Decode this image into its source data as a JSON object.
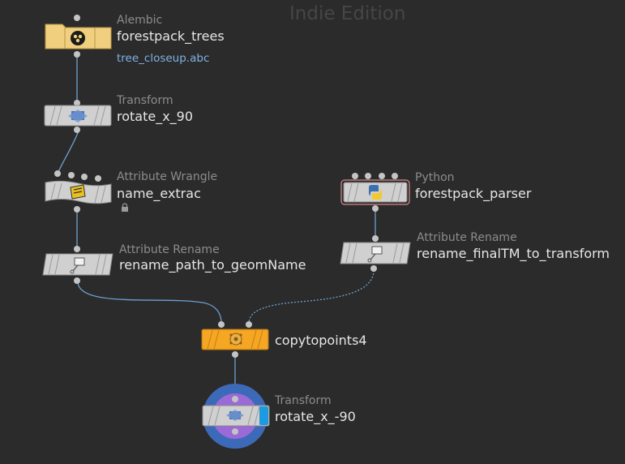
{
  "watermark": "Indie Edition",
  "nodes": {
    "alembic": {
      "type": "Alembic",
      "name": "forestpack_trees",
      "file": "tree_closeup.abc"
    },
    "transform1": {
      "type": "Transform",
      "name": "rotate_x_90"
    },
    "wrangle": {
      "type": "Attribute Wrangle",
      "name": "name_extrac"
    },
    "python": {
      "type": "Python",
      "name": "forestpack_parser"
    },
    "rename1": {
      "type": "Attribute Rename",
      "name": "rename_path_to_geomName"
    },
    "rename2": {
      "type": "Attribute Rename",
      "name": "rename_finalTM_to_transform"
    },
    "copy": {
      "name": "copytopoints4"
    },
    "transform2": {
      "type": "Transform",
      "name": "rotate_x_-90"
    }
  },
  "colors": {
    "background": "#2b2b2b",
    "alembic_node": "#f0cf7e",
    "default_node": "#d0d0d0",
    "copy_node": "#f5a623",
    "display_flag": "#1e9be0",
    "wire": "#6f9fd0",
    "selection_ring": "#3d6ab8",
    "template_ring": "#9a6ad6"
  },
  "icons": {
    "alembic": "alembic-logo-icon",
    "transform": "transform-icon",
    "wrangle": "wrangle-icon",
    "python": "python-icon",
    "rename": "attribute-rename-icon",
    "copy": "copy-to-points-icon",
    "lock": "lock-icon"
  }
}
